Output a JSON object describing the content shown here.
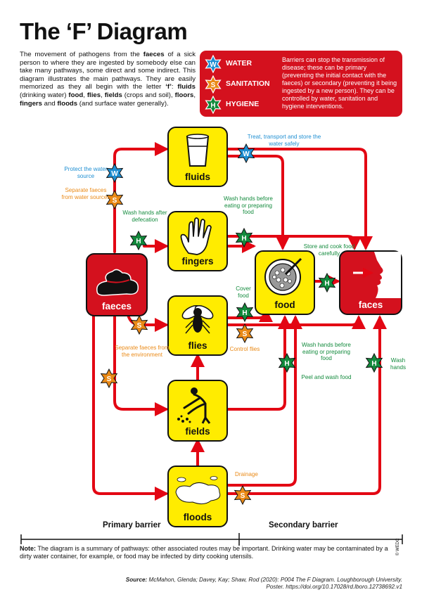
{
  "title": "The ‘F’ Diagram",
  "intro": {
    "part1": "The movement of pathogens from the ",
    "faeces": "faeces",
    "part2": " of a sick person to where they are ingested by somebody else can take many pathways, some direct and some indirect. This diagram illustrates the main pathways. They are easily memorized as they all begin with the letter ",
    "letter": "‘f’",
    "part3": ": ",
    "fluids": "fluids",
    "part4": " (drinking water) ",
    "food": "food",
    "sep1": ", ",
    "flies": "flies",
    "sep2": ", ",
    "fields": "fields",
    "part5": " (crops and soil), ",
    "floors": "floors",
    "sep3": ", ",
    "fingers": "fingers",
    "part6": " and ",
    "floods": "floods",
    "part7": " (and surface water generally)."
  },
  "legend": {
    "items": [
      {
        "letter": "W",
        "label": "WATER",
        "color": "#1f8fd2"
      },
      {
        "letter": "S",
        "label": "SANITATION",
        "color": "#ea8a17"
      },
      {
        "letter": "H",
        "label": "HYGIENE",
        "color": "#128a3c"
      }
    ],
    "text": "Barriers can stop the transmission of disease; these can be primary (preventing the initial contact with the faeces) or secondary (preventing it being ingested by a new person). They can be controlled by water, sanitation and hygiene interventions."
  },
  "boxes": {
    "fluids": "fluids",
    "fingers": "fingers",
    "faeces": "faeces",
    "flies": "flies",
    "food": "food",
    "faces": "faces",
    "fields": "fields",
    "floods": "floods"
  },
  "annotations": {
    "treat_water": "Treat, transport and store the water safely",
    "protect_source": "Protect the water source",
    "separate_faeces_water": "Separate faeces from water sources",
    "wash_after_defecation": "Wash hands after defecation",
    "wash_before_eating_preparing": "Wash hands before eating or preparing food",
    "store_cook": "Store and cook food carefully",
    "cover_food": "Cover food",
    "separate_faeces_env": "Separate faeces from the environment",
    "control_flies": "Control flies",
    "wash_before_eating": "Wash hands before eating or preparing food",
    "peel_wash": "Peel and wash food",
    "wash_hands": "Wash hands",
    "drainage": "Drainage"
  },
  "barriers": {
    "primary": "Primary barrier",
    "secondary": "Secondary barrier"
  },
  "footnote": {
    "label": "Note:",
    "text": " The diagram is a summary of pathways: other associated routes may be important. Drinking water may be contaminated by a dirty water container, for example, or food may be infected by dirty cooking utensils."
  },
  "source": {
    "label": "Source:",
    "line1": " McMahon, Glenda; Davey, Kay; Shaw, Rod (2020): P004 The F Diagram. Loughborough University.",
    "line2": "Poster. https://doi.org/10.17028/rd.lboro.12738692.v1"
  },
  "copyright": "© WEDC",
  "colors": {
    "arrow": "#e30613",
    "yellow": "#ffec00",
    "red": "#d4111e",
    "water": "#1f8fd2",
    "sanitation": "#ea8a17",
    "hygiene": "#128a3c"
  }
}
